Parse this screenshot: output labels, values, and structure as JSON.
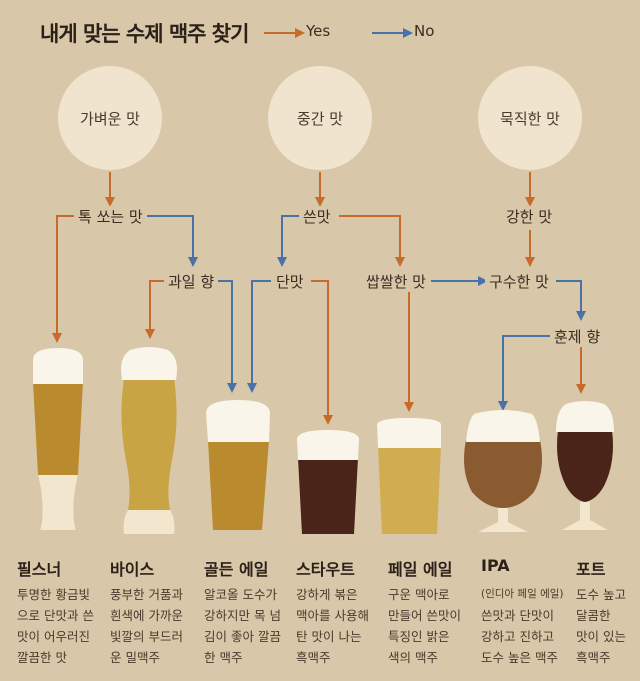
{
  "title": "내게 맞는 수제 맥주 찾기",
  "legend": {
    "yes": "Yes",
    "no": "No",
    "yes_color": "#c86b2a",
    "no_color": "#4a72a8"
  },
  "start_nodes": [
    "가벼운 맛",
    "중간 맛",
    "묵직한 맛"
  ],
  "decision_nodes": {
    "tok": "톡 쏘는 맛",
    "sseun": "쓴맛",
    "gang": "강한 맛",
    "gwail": "과일 향",
    "dan": "단맛",
    "ssap": "쌉쌀한 맛",
    "gusu": "구수한 맛",
    "hunje": "훈제 향"
  },
  "beers": [
    {
      "name": "필스너",
      "desc": [
        "투명한 황금빛",
        "으로 단맛과 쓴",
        "맛이 어우러진",
        "깔끔한 맛"
      ],
      "color": "#b98a2e"
    },
    {
      "name": "바이스",
      "desc": [
        "풍부한 거품과",
        "흰색에 가까운",
        "빛깔의 부드러",
        "운 밀맥주"
      ],
      "color": "#c9a445"
    },
    {
      "name": "골든 에일",
      "desc": [
        "알코올 도수가",
        "강하지만 목 넘",
        "김이 좋아 깔끔",
        "한 맥주"
      ],
      "color": "#b98a2e"
    },
    {
      "name": "스타우트",
      "desc": [
        "강하게 볶은",
        "맥아를 사용해",
        "탄 맛이 나는",
        "흑맥주"
      ],
      "color": "#4a2418"
    },
    {
      "name": "페일 에일",
      "desc": [
        "구운 맥아로",
        "만들어 쓴맛이",
        "특징인 밝은",
        "색의 맥주"
      ],
      "color": "#d1ad52"
    },
    {
      "name": "IPA",
      "desc": [
        "(인디아 페일 에일)",
        "쓴맛과 단맛이",
        "강하고 진하고",
        "도수 높은 맥주"
      ],
      "color": "#8a5a30"
    },
    {
      "name": "포트",
      "desc": [
        "도수 높고",
        "달콤한",
        "맛이 있는",
        "흑맥주"
      ],
      "color": "#4a2418"
    }
  ]
}
